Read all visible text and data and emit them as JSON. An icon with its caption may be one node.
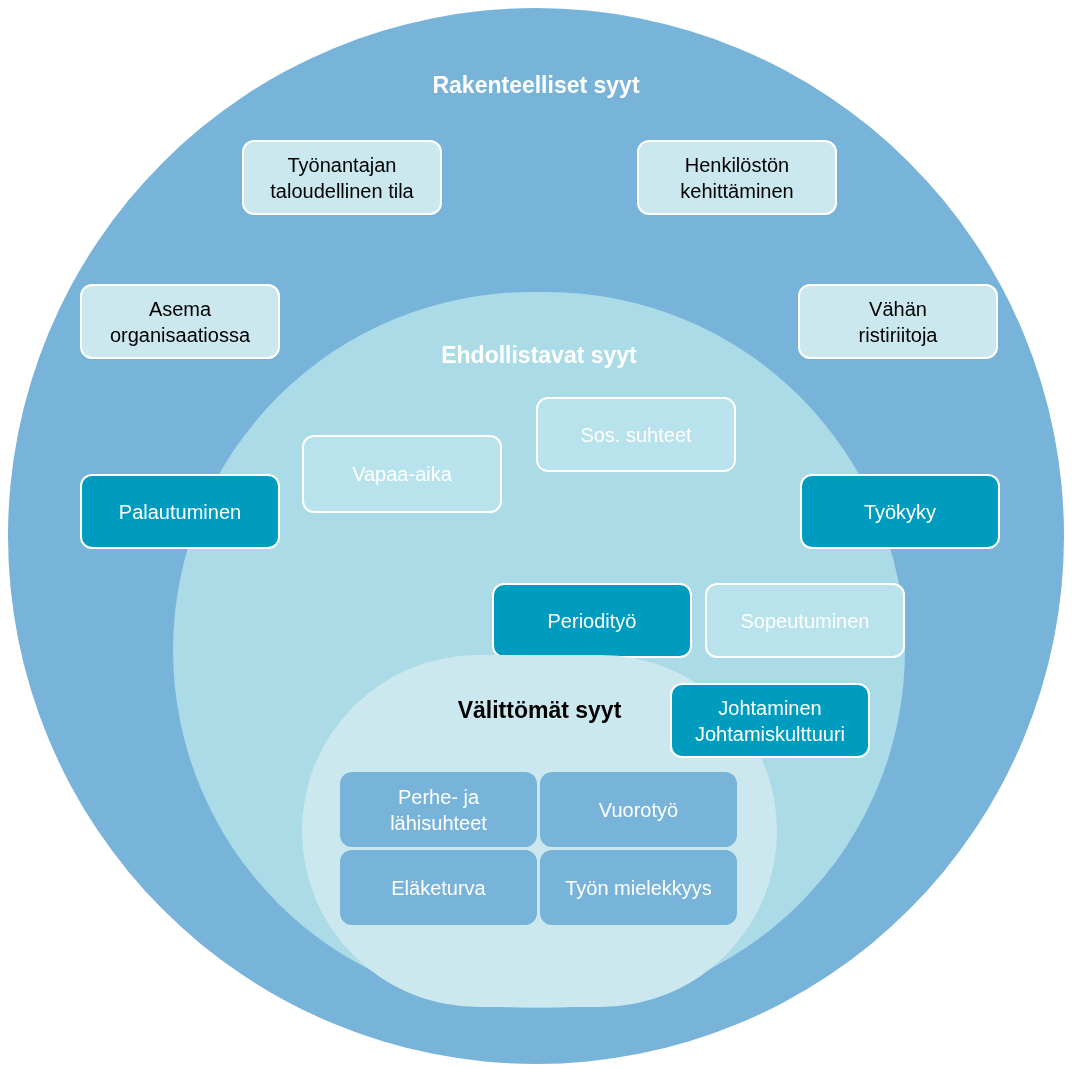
{
  "diagram": {
    "nodes": [
      {
        "text": [
          "Rakenteelliset syyt"
        ]
      },
      {
        "text": [
          "Työnantajan taloudellinen tila"
        ],
        "in": 0
      },
      {
        "text": [
          "Henkilöstön kehittäminen"
        ],
        "in": 0
      },
      {
        "text": [
          "Asema organisaatiossa"
        ],
        "in": 0
      },
      {
        "text": [
          "Vähän ristiriitoja"
        ],
        "in": 0
      },
      {
        "text": [
          "Ehdollistavat syyt"
        ],
        "in": 0
      },
      {
        "text": [
          "Sos. suhteet"
        ],
        "in": 5
      },
      {
        "text": [
          "Vapaa-aika"
        ],
        "in": 5
      },
      {
        "text": [
          "Palautuminen"
        ],
        "in": 0
      },
      {
        "text": [
          "Työkyky"
        ],
        "in": 0
      },
      {
        "text": [
          "Periodityö"
        ],
        "in": 5
      },
      {
        "text": [
          "Sopeutuminen"
        ],
        "in": 5
      },
      {
        "text": [
          "Välittömät syyt"
        ],
        "in": 5
      },
      {
        "text": [
          "Johtaminen Johtamiskulttuuri"
        ],
        "in": 5
      },
      {
        "text": [
          "Perhe- ja lähisuhteet"
        ],
        "in": 12
      },
      {
        "text": [
          "Vuorotyö"
        ],
        "in": 12
      },
      {
        "text": [
          "Eläketurva"
        ],
        "in": 12
      },
      {
        "text": [
          "Työn mielekkyys"
        ],
        "in": 12
      }
    ]
  }
}
